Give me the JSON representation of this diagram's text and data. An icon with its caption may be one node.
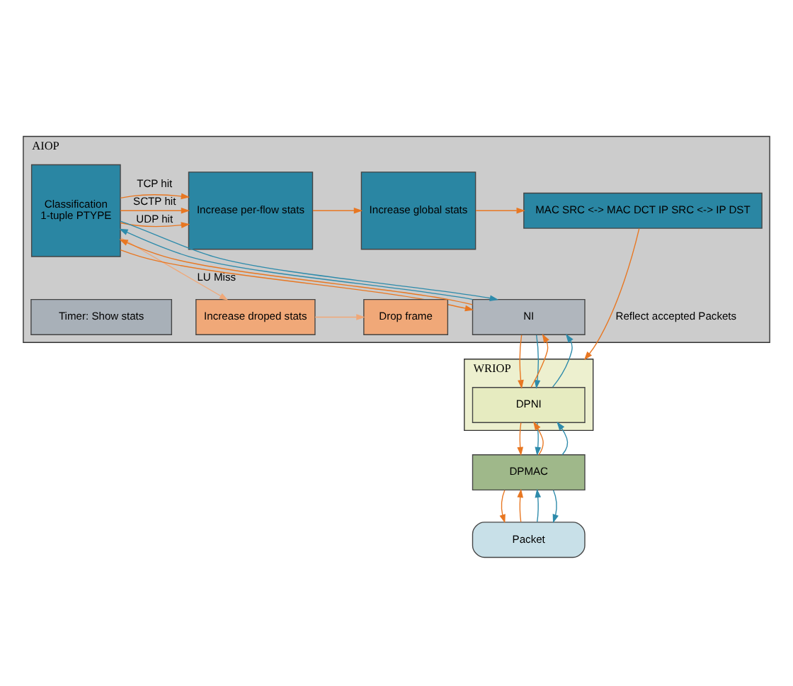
{
  "diagram": {
    "nodes": [
      {
        "text": [
          "AIOP"
        ]
      },
      {
        "text": [
          "Classification",
          "1-tuple PTYPE"
        ],
        "in": 0
      },
      {
        "text": [
          "Increase per-flow stats"
        ],
        "in": 0
      },
      {
        "text": [
          "Increase global stats"
        ],
        "in": 0
      },
      {
        "text": [
          "MAC SRC <-> MAC DCT IP SRC <-> IP DST"
        ],
        "in": 0
      },
      {
        "text": [
          "Increase droped stats"
        ],
        "in": 0
      },
      {
        "text": [
          "Drop frame"
        ],
        "in": 0
      },
      {
        "text": [
          "NI"
        ],
        "in": 0
      },
      {
        "text": [
          "Timer: Show stats"
        ],
        "in": 0
      },
      {
        "text": [
          "WRIOP"
        ]
      },
      {
        "text": [
          "DPNI"
        ],
        "in": 9
      },
      {
        "text": [
          "DPMAC"
        ]
      },
      {
        "text": [
          "Packet"
        ]
      }
    ],
    "edges": [
      {
        "from": 1,
        "to": 2,
        "arrow": "to",
        "label": "TCP hit"
      },
      {
        "from": 1,
        "to": 2,
        "arrow": "to",
        "label": "UDP hit"
      },
      {
        "from": 1,
        "to": 2,
        "arrow": "to",
        "label": "SCTP hit"
      },
      {
        "from": 1,
        "to": 5,
        "arrow": "to",
        "label": "LU Miss",
        "color": "#f0a878"
      },
      {
        "from": 2,
        "to": 3,
        "arrow": "to"
      },
      {
        "from": 3,
        "to": 4,
        "arrow": "to"
      },
      {
        "from": 5,
        "to": 6,
        "arrow": "to",
        "color": "#f0a878"
      },
      {
        "from": 4,
        "to": 9,
        "arrow": "to",
        "label": "Reflect accepted Packets"
      },
      {
        "from": 7,
        "to": 1,
        "arrow": "to"
      },
      {
        "from": 1,
        "to": 7,
        "arrow": "to"
      },
      {
        "from": 7,
        "to": 1,
        "arrow": "to",
        "color": "#2e8bab"
      },
      {
        "from": 1,
        "to": 7,
        "arrow": "to",
        "color": "#2e8bab"
      },
      {
        "from": 10,
        "to": 7,
        "arrow": "to"
      },
      {
        "from": 7,
        "to": 10,
        "arrow": "to"
      },
      {
        "from": 10,
        "to": 7,
        "arrow": "to",
        "color": "#2e8bab"
      },
      {
        "from": 7,
        "to": 10,
        "arrow": "to",
        "color": "#2e8bab"
      },
      {
        "from": 11,
        "to": 10,
        "arrow": "to"
      },
      {
        "from": 10,
        "to": 11,
        "arrow": "to"
      },
      {
        "from": 11,
        "to": 10,
        "arrow": "to",
        "color": "#2e8bab"
      },
      {
        "from": 10,
        "to": 11,
        "arrow": "to",
        "color": "#2e8bab"
      },
      {
        "from": 12,
        "to": 11,
        "arrow": "to"
      },
      {
        "from": 11,
        "to": 12,
        "arrow": "to"
      },
      {
        "from": 12,
        "to": 11,
        "arrow": "to",
        "color": "#2e8bab"
      },
      {
        "from": 11,
        "to": 12,
        "arrow": "to",
        "color": "#2e8bab"
      }
    ]
  }
}
